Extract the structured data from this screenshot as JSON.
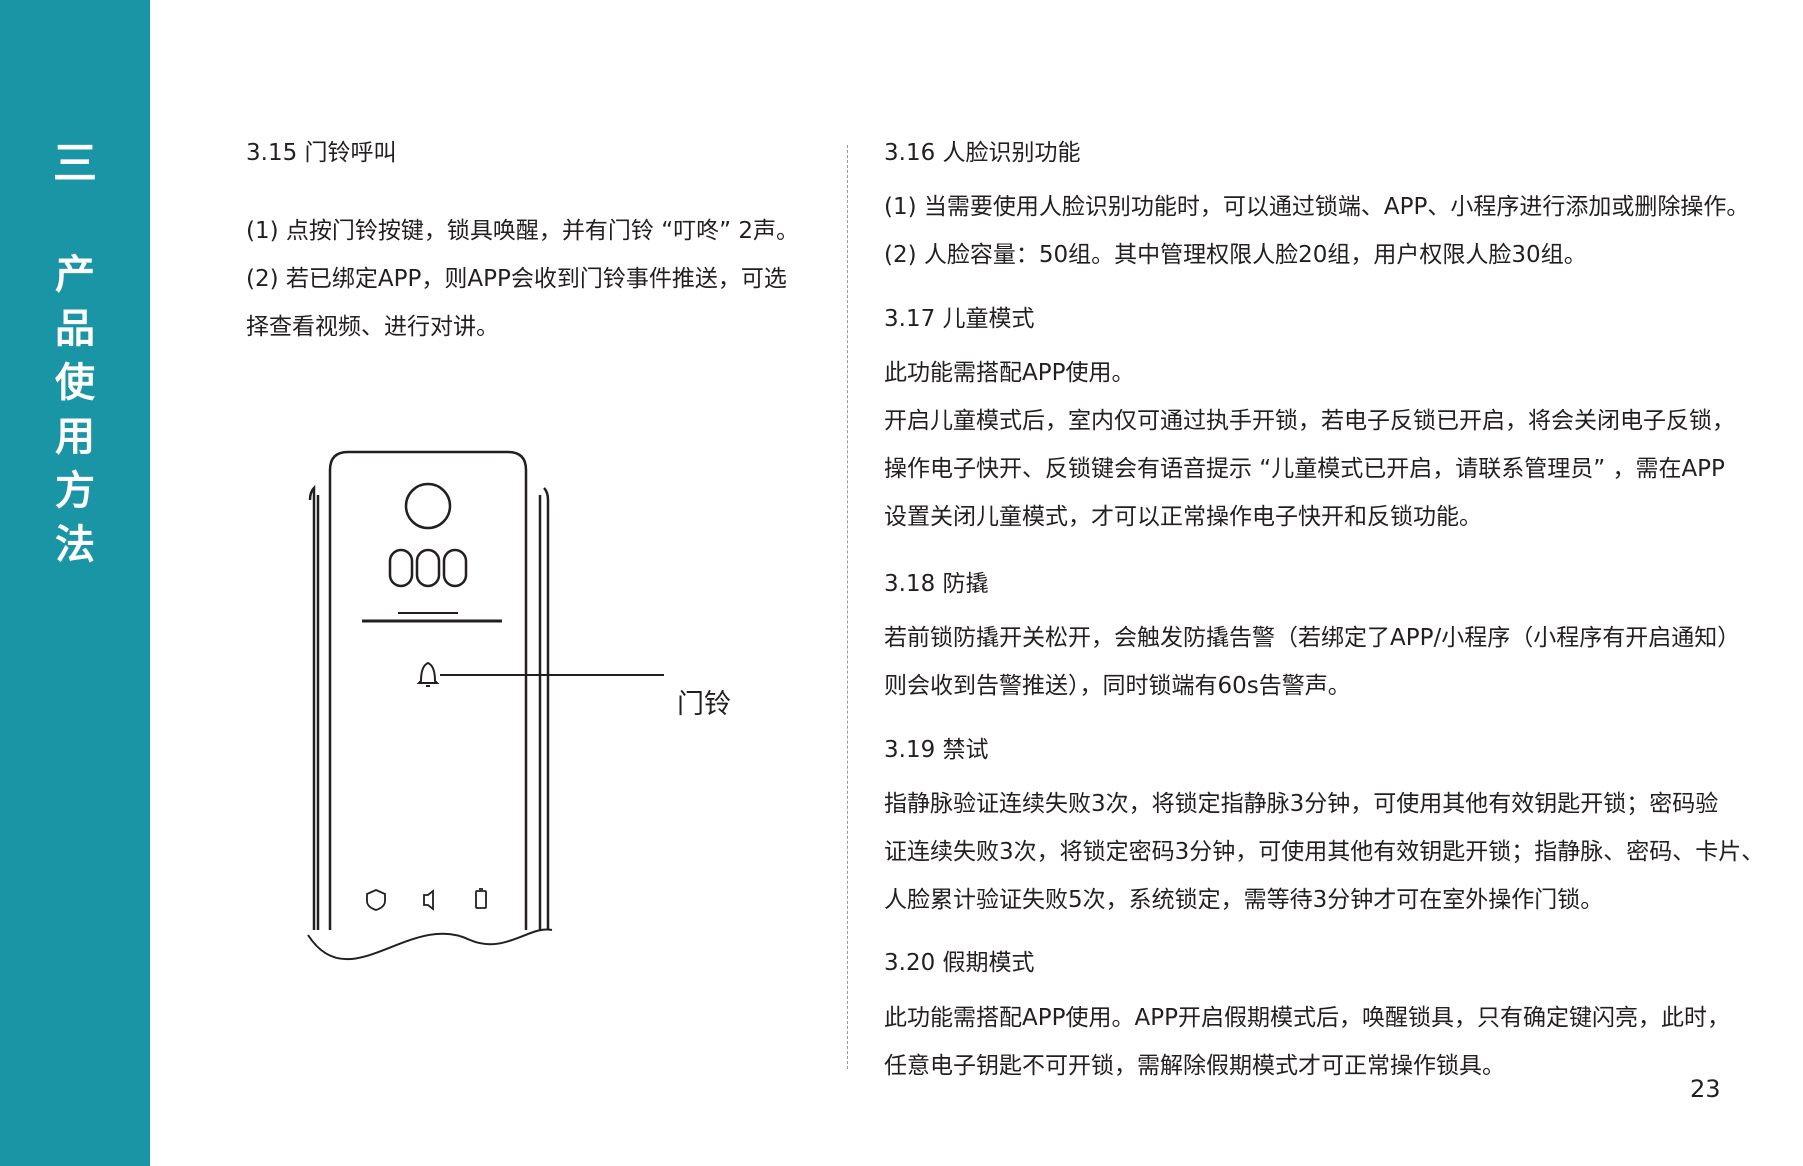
{
  "sidebar": {
    "chapter_number": "三",
    "chapter_title": [
      "产",
      "品",
      "使",
      "用",
      "方",
      "法"
    ]
  },
  "left": {
    "section_315": {
      "heading": "3.15 门铃呼叫",
      "lines": [
        "(1) 点按门铃按键，锁具唤醒，并有门铃 “叮咚” 2声。",
        "(2) 若已绑定APP，则APP会收到门铃事件推送，可选",
        "择查看视频、进行对讲。"
      ]
    },
    "illustration": {
      "callout_label": "门铃"
    }
  },
  "right": {
    "section_316": {
      "heading": "3.16 人脸识别功能",
      "lines": [
        "(1) 当需要使用人脸识别功能时，可以通过锁端、APP、小程序进行添加或删除操作。",
        "(2) 人脸容量：50组。其中管理权限人脸20组，用户权限人脸30组。"
      ]
    },
    "section_317": {
      "heading": "3.17 儿童模式",
      "lines": [
        "此功能需搭配APP使用。",
        "开启儿童模式后，室内仅可通过执手开锁，若电子反锁已开启，将会关闭电子反锁，",
        "操作电子快开、反锁键会有语音提示 “儿童模式已开启，请联系管理员” ，需在APP",
        "设置关闭儿童模式，才可以正常操作电子快开和反锁功能。"
      ]
    },
    "section_318": {
      "heading": "3.18 防撬",
      "lines": [
        "若前锁防撬开关松开，会触发防撬告警（若绑定了APP/小程序（小程序有开启通知）",
        "则会收到告警推送），同时锁端有60s告警声。"
      ]
    },
    "section_319": {
      "heading": "3.19 禁试",
      "lines": [
        "指静脉验证连续失败3次，将锁定指静脉3分钟，可使用其他有效钥匙开锁；密码验",
        "证连续失败3次，将锁定密码3分钟，可使用其他有效钥匙开锁；指静脉、密码、卡片、",
        "人脸累计验证失败5次，系统锁定，需等待3分钟才可在室外操作门锁。"
      ]
    },
    "section_320": {
      "heading": "3.20 假期模式",
      "lines": [
        "此功能需搭配APP使用。APP开启假期模式后，唤醒锁具，只有确定键闪亮，此时，",
        "任意电子钥匙不可开锁，需解除假期模式才可正常操作锁具。"
      ]
    }
  },
  "page_number": "23",
  "colors": {
    "sidebar": "#1a95a5",
    "text": "#231f20"
  }
}
